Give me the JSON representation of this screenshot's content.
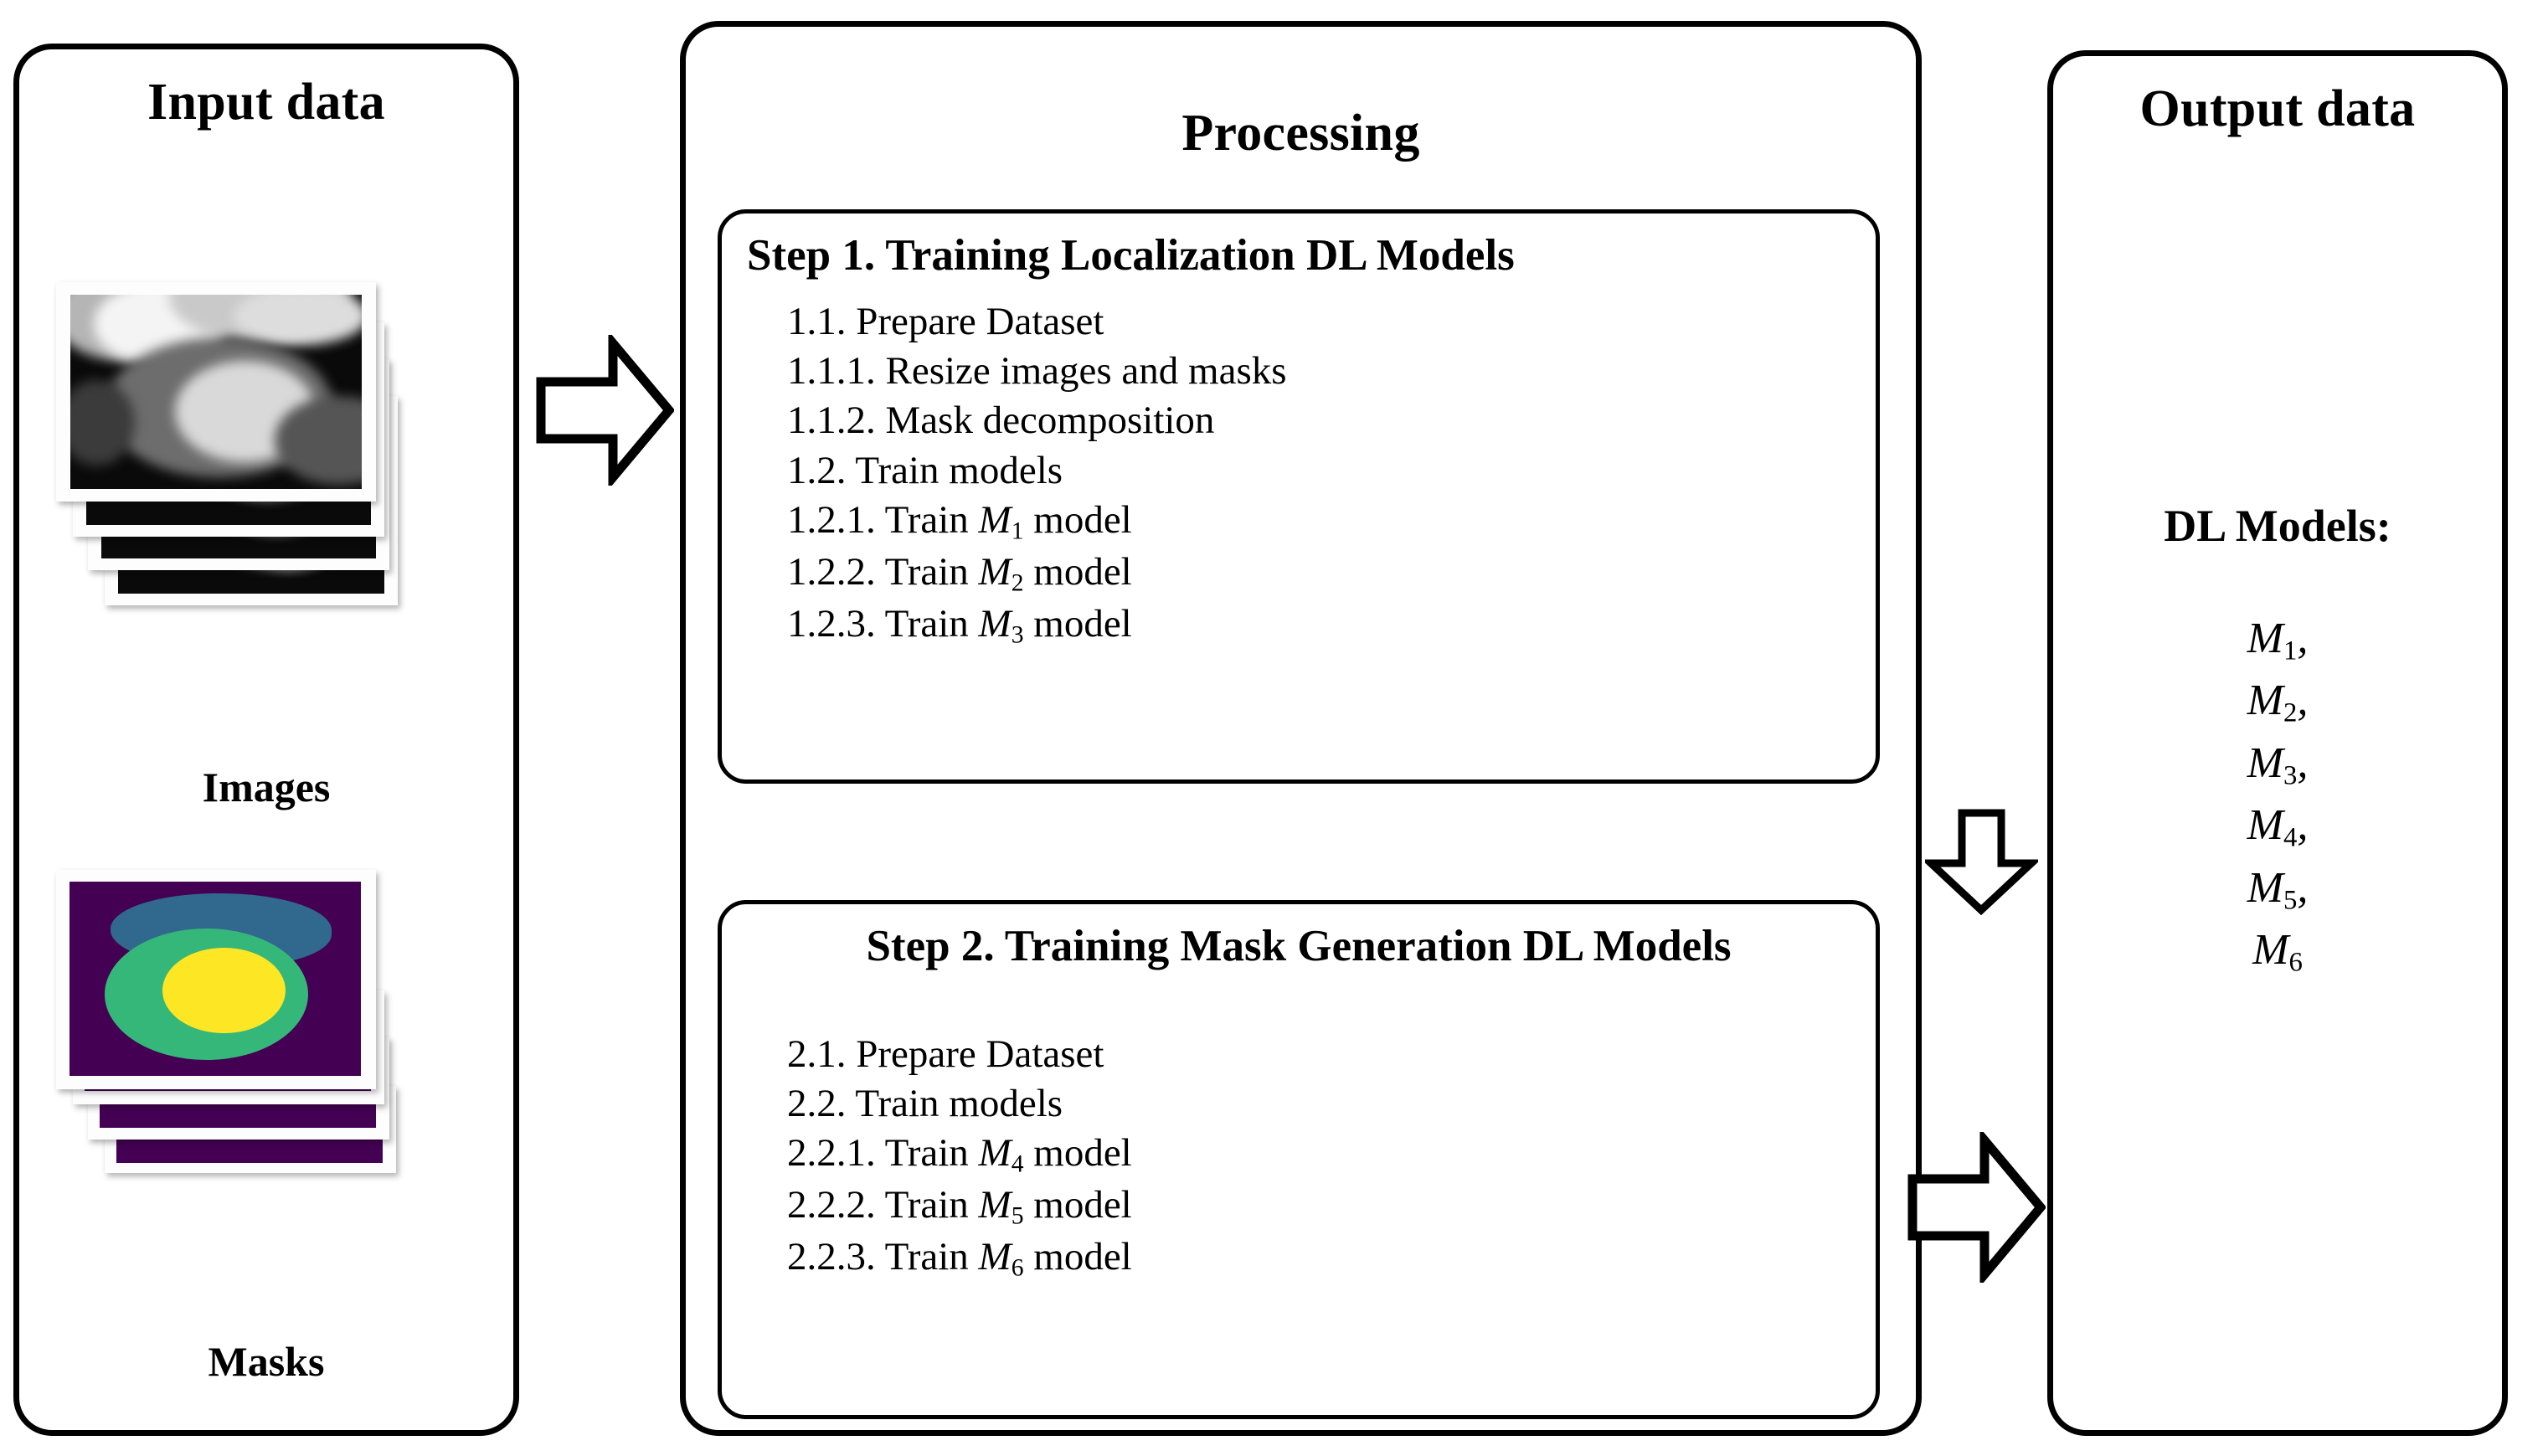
{
  "input": {
    "title": "Input data",
    "images_label": "Images",
    "masks_label": "Masks",
    "mask_colors": {
      "background": "#440154",
      "right_ventricle": "#31688e",
      "myocardium": "#35b779",
      "left_ventricle": "#fde725"
    }
  },
  "processing": {
    "title": "Processing",
    "step1": {
      "heading": "Step 1. Training Localization DL Models",
      "items": [
        {
          "number": "1.1.",
          "text": "Prepare Dataset"
        },
        {
          "number": "1.1.1.",
          "text": "Resize images and masks"
        },
        {
          "number": "1.1.2.",
          "text": "Mask decomposition"
        },
        {
          "number": "1.2.",
          "text": "Train models"
        },
        {
          "number": "1.2.1.",
          "text": "Train",
          "model": "M",
          "sub": "1",
          "suffix": "model"
        },
        {
          "number": "1.2.2.",
          "text": "Train",
          "model": "M",
          "sub": "2",
          "suffix": "model"
        },
        {
          "number": "1.2.3.",
          "text": "Train",
          "model": "M",
          "sub": "3",
          "suffix": "model"
        }
      ]
    },
    "step2": {
      "heading": "Step 2. Training Mask Generation DL Models",
      "items": [
        {
          "number": "2.1.",
          "text": "Prepare Dataset"
        },
        {
          "number": "2.2.",
          "text": "Train models"
        },
        {
          "number": "2.2.1.",
          "text": "Train",
          "model": "M",
          "sub": "4",
          "suffix": "model"
        },
        {
          "number": "2.2.2.",
          "text": "Train",
          "model": "M",
          "sub": "5",
          "suffix": "model"
        },
        {
          "number": "2.2.3.",
          "text": "Train",
          "model": "M",
          "sub": "6",
          "suffix": "model"
        }
      ]
    }
  },
  "output": {
    "title": "Output data",
    "models_label": "DL Models:",
    "models": [
      {
        "name": "M",
        "sub": "1",
        "sep": ","
      },
      {
        "name": "M",
        "sub": "2",
        "sep": ","
      },
      {
        "name": "M",
        "sub": "3",
        "sep": ","
      },
      {
        "name": "M",
        "sub": "4",
        "sep": ","
      },
      {
        "name": "M",
        "sub": "5",
        "sep": ","
      },
      {
        "name": "M",
        "sub": "6",
        "sep": ""
      }
    ]
  },
  "arrows": {
    "input_to_processing": "arrow-right",
    "step1_to_step2": "arrow-down",
    "processing_to_output": "arrow-right"
  },
  "style": {
    "stroke": "#000000",
    "background": "#ffffff"
  }
}
